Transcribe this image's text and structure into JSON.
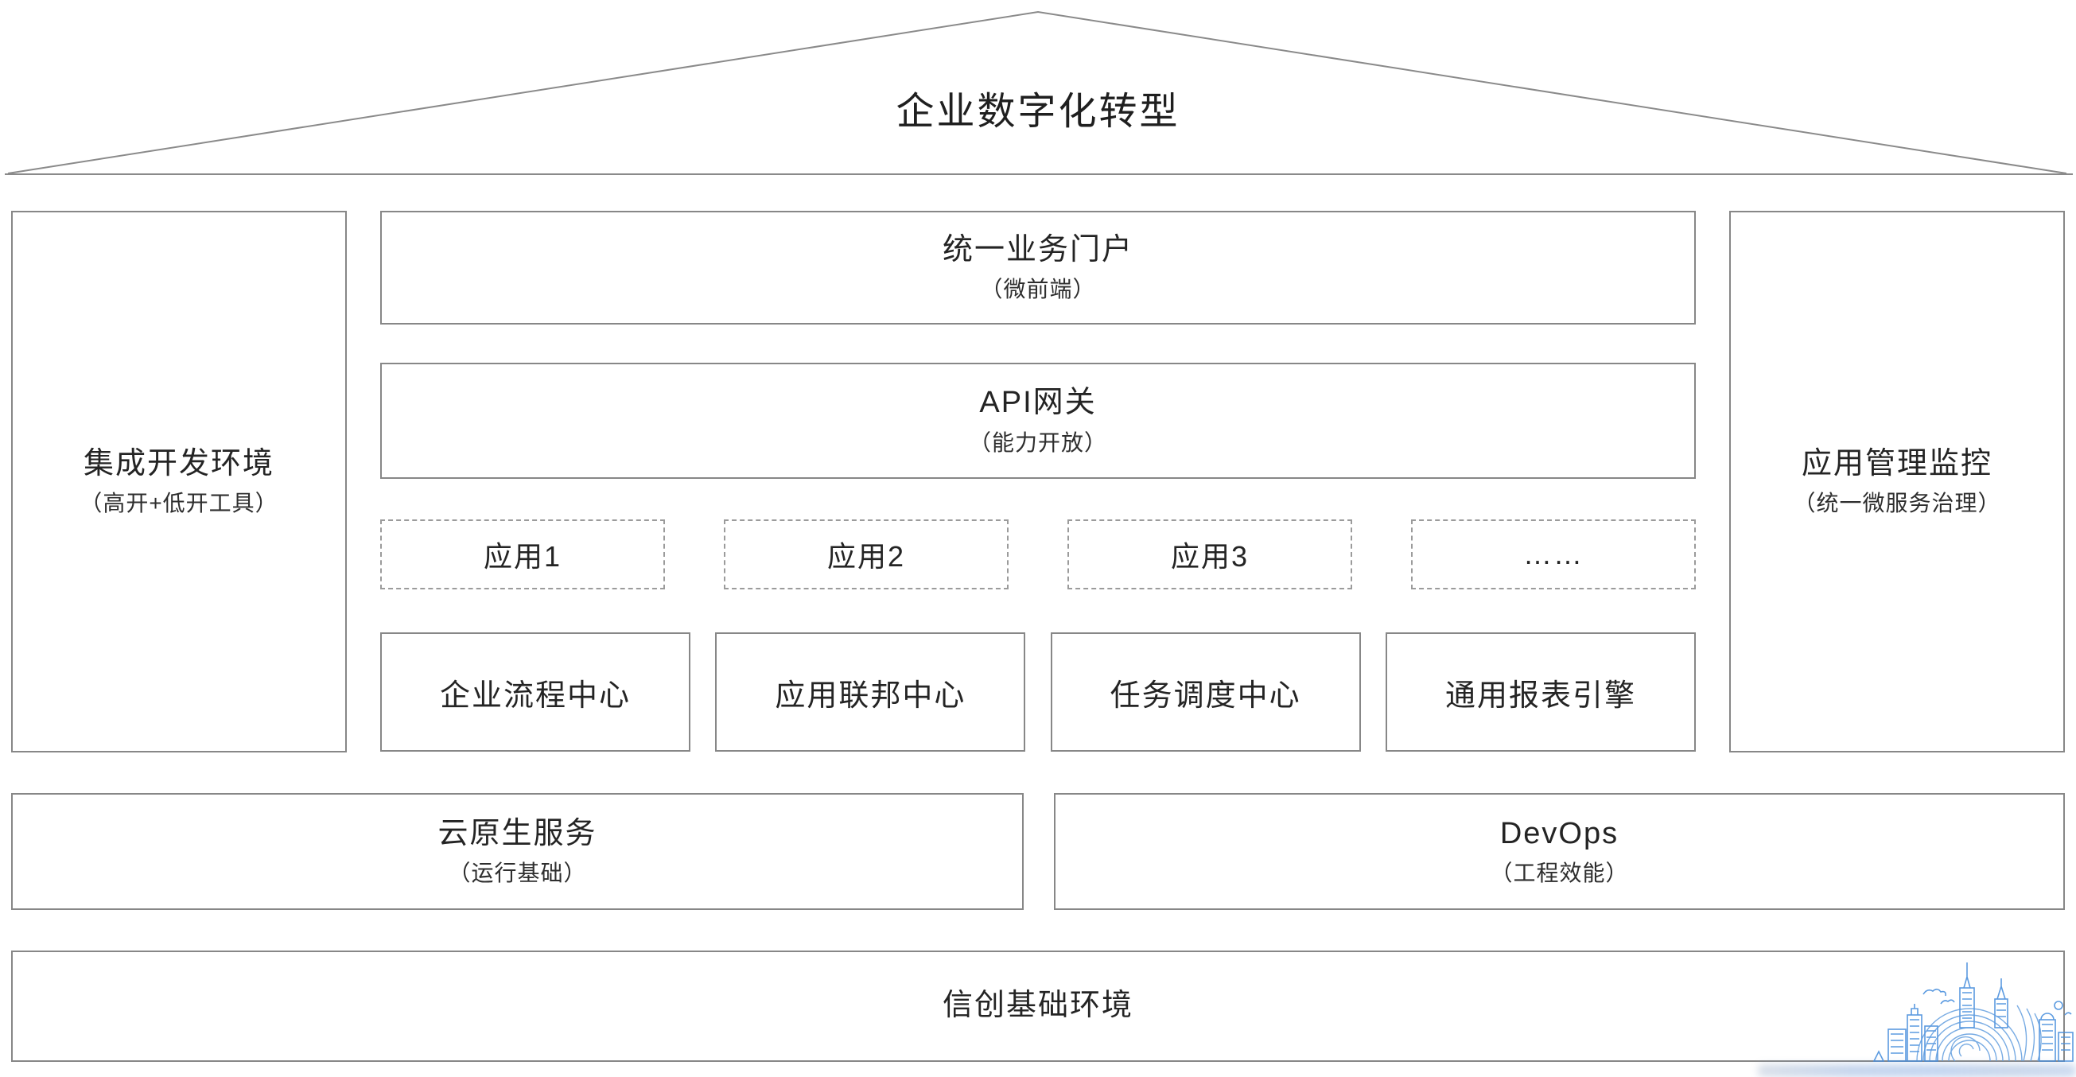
{
  "diagram": {
    "roof": {
      "title": "企业数字化转型"
    },
    "left_panel": {
      "title": "集成开发环境",
      "subtitle": "（高开+低开工具）"
    },
    "right_panel": {
      "title": "应用管理监控",
      "subtitle": "（统一微服务治理）"
    },
    "portal": {
      "title": "统一业务门户",
      "subtitle": "（微前端）"
    },
    "gateway": {
      "title": "API网关",
      "subtitle": "（能力开放）"
    },
    "apps": [
      {
        "label": "应用1"
      },
      {
        "label": "应用2"
      },
      {
        "label": "应用3"
      },
      {
        "label": "……"
      }
    ],
    "services": [
      {
        "label": "企业流程中心"
      },
      {
        "label": "应用联邦中心"
      },
      {
        "label": "任务调度中心"
      },
      {
        "label": "通用报表引擎"
      }
    ],
    "platforms": [
      {
        "title": "云原生服务",
        "subtitle": "（运行基础）"
      },
      {
        "title": "DevOps",
        "subtitle": "（工程效能）"
      }
    ],
    "base": {
      "title": "信创基础环境"
    },
    "logo": {
      "name": "blue-city-skyline-watermark"
    }
  },
  "colors": {
    "border_gray": "#878787",
    "dashed_gray": "#9b9b9b",
    "text": "#262626",
    "logo_blue": "#4a90dd",
    "background": "#ffffff"
  }
}
